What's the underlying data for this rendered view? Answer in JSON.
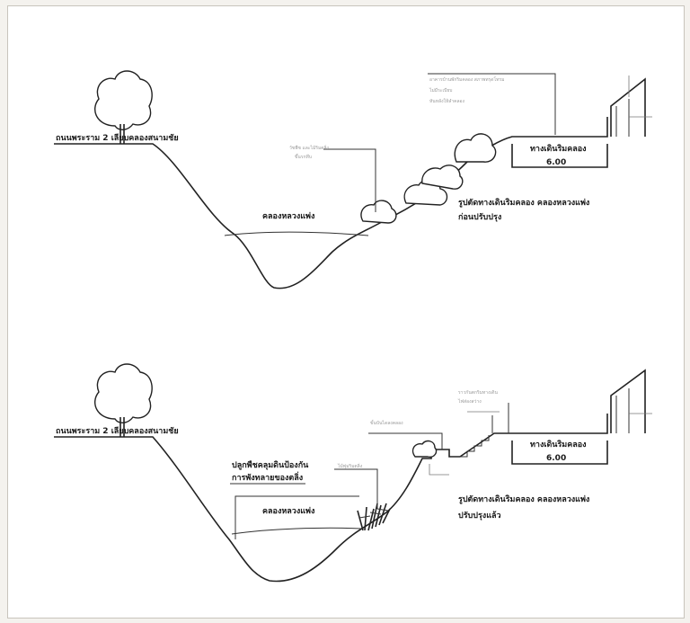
{
  "top_section": {
    "bank_label": "ถนนพระราม 2 เลียบคลองสนามชัย",
    "canal_label": "คลองหลวงแพ่ง",
    "vegetation_note": [
      "วัชพืช และไม้ริมตลิ่ง",
      "ขึ้นรกทึบ"
    ],
    "building_note": [
      "อาคารบ้านพักริมคลอง สภาพทรุดโทรม",
      "ไม่มีระเบียบ",
      "หันหลังให้ลำคลอง"
    ],
    "walkway_label": "ทางเดินริมคลอง",
    "walkway_dim": "6.00",
    "caption": [
      "รูปตัดทางเดินริมคลอง คลองหลวงแพ่ง",
      "ก่อนปรับปรุง"
    ]
  },
  "bottom_section": {
    "bank_label": "ถนนพระราม 2 เลียบคลองสนามชัย",
    "canal_label": "คลองหลวงแพ่ง",
    "bank_note": [
      "ปลูกพืชคลุมดินป้องกัน",
      "การพังทลายของตลิ่ง"
    ],
    "plant_note": "ไม้พุ่มริมตลิ่ง",
    "step_note": "ขั้นบันไดลงคลอง",
    "railing_note": [
      "ราวกันตกริมทางเดิน",
      "ไฟส่องสว่าง"
    ],
    "walkway_label": "ทางเดินริมคลอง",
    "walkway_dim": "6.00",
    "caption": [
      "รูปตัดทางเดินริมคลอง คลองหลวงแพ่ง",
      "ปรับปรุงแล้ว"
    ]
  }
}
